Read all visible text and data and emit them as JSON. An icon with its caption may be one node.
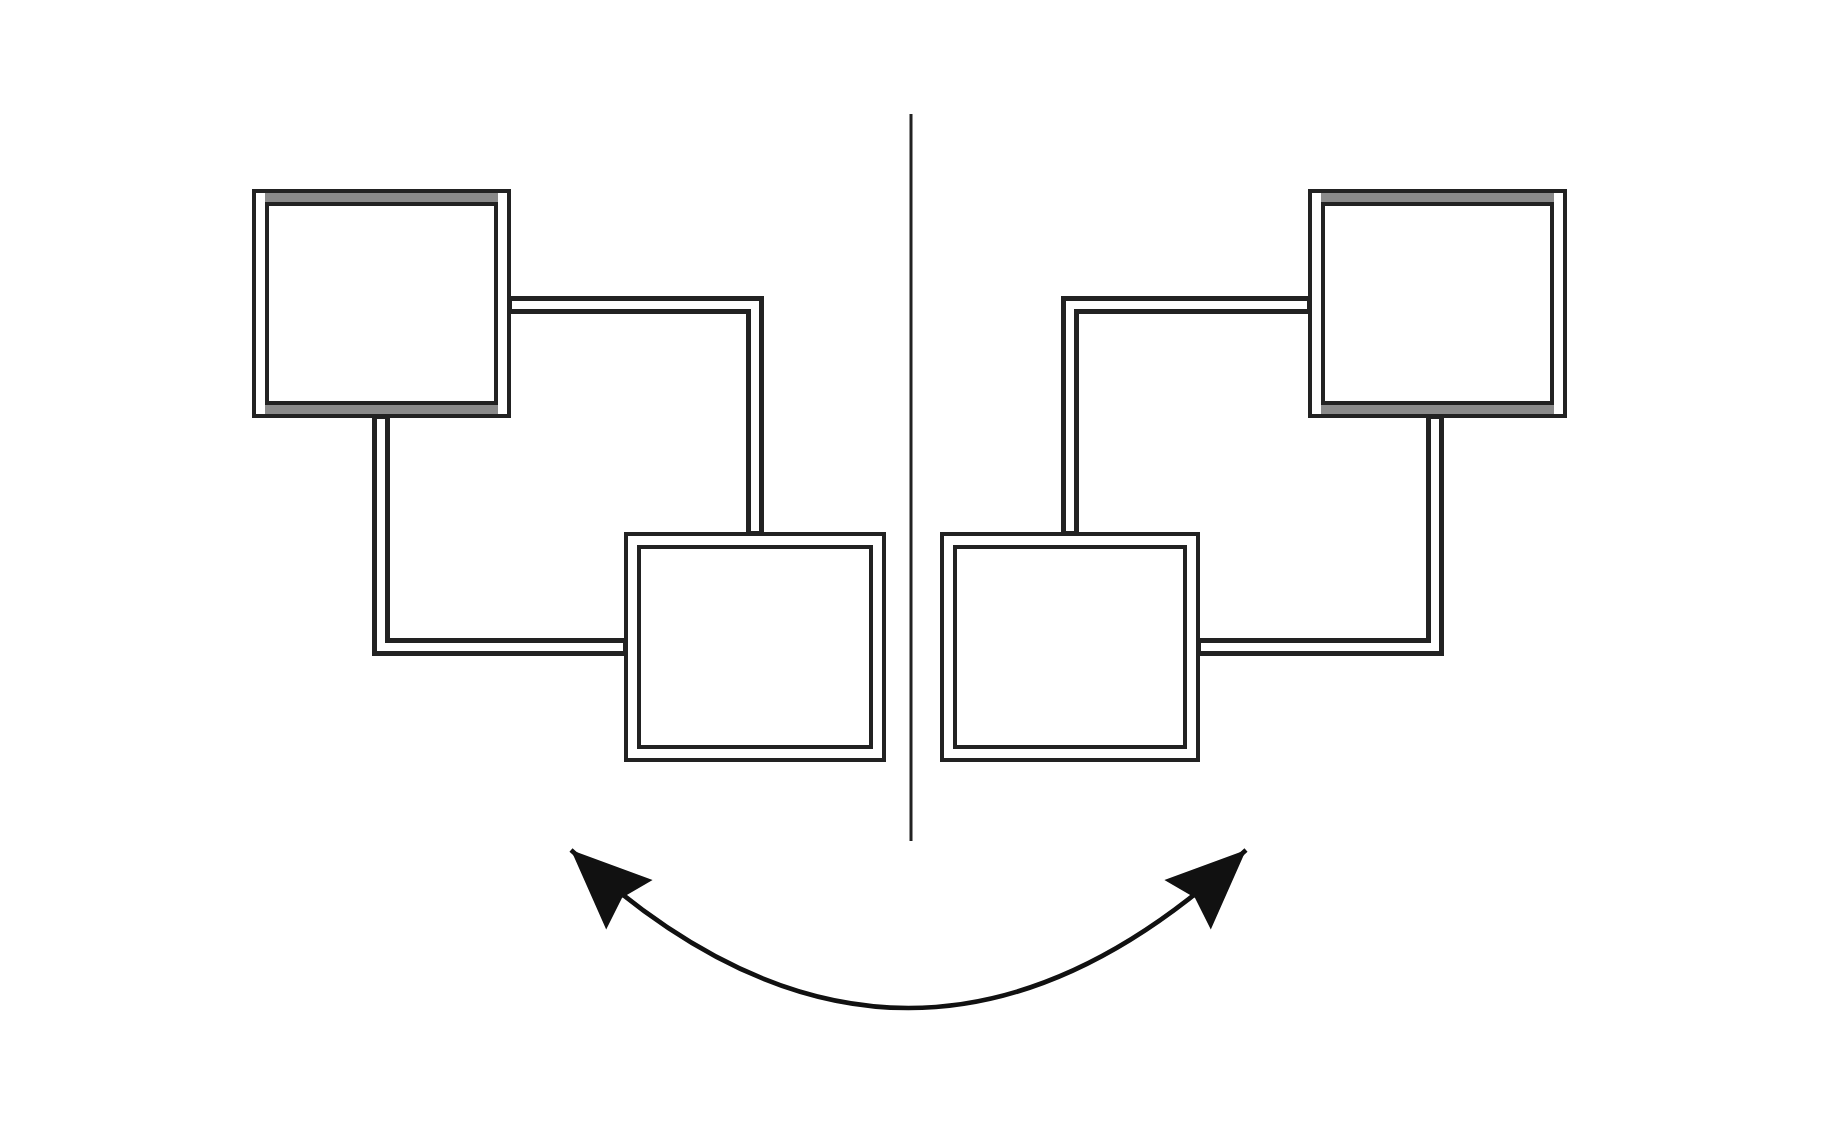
{
  "diagram": {
    "nodes": [
      {
        "text": [],
        "shape": "box"
      },
      {
        "text": [],
        "shape": "box"
      },
      {
        "text": [],
        "shape": "box"
      },
      {
        "text": [],
        "shape": "box"
      }
    ],
    "edges": [
      {
        "from": 0,
        "to": 2,
        "arrow": "none"
      },
      {
        "from": 0,
        "to": 2,
        "arrow": "none"
      },
      {
        "from": 1,
        "to": 3,
        "arrow": "none"
      },
      {
        "from": 1,
        "to": 3,
        "arrow": "none"
      }
    ]
  }
}
